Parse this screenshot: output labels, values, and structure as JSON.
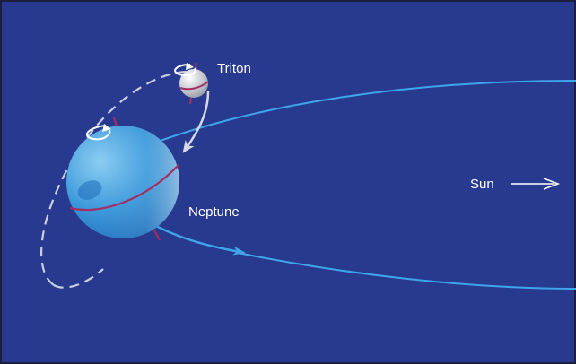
{
  "labels": {
    "moon": "Triton",
    "planet": "Neptune",
    "sun": "Sun"
  },
  "colors": {
    "background": "#273a8f",
    "border": "#1b1f3d",
    "orbit": "#3fa5ea",
    "orbit_dashed": "#c8cfe0",
    "equator": "#a32e62",
    "planet_light": "#8fd0f4",
    "planet_mid": "#3b98da",
    "planet_dark": "#1f6cb8",
    "moon_light": "#ffffff",
    "moon_dark": "#8f929e",
    "arrow_white": "#ffffff"
  }
}
